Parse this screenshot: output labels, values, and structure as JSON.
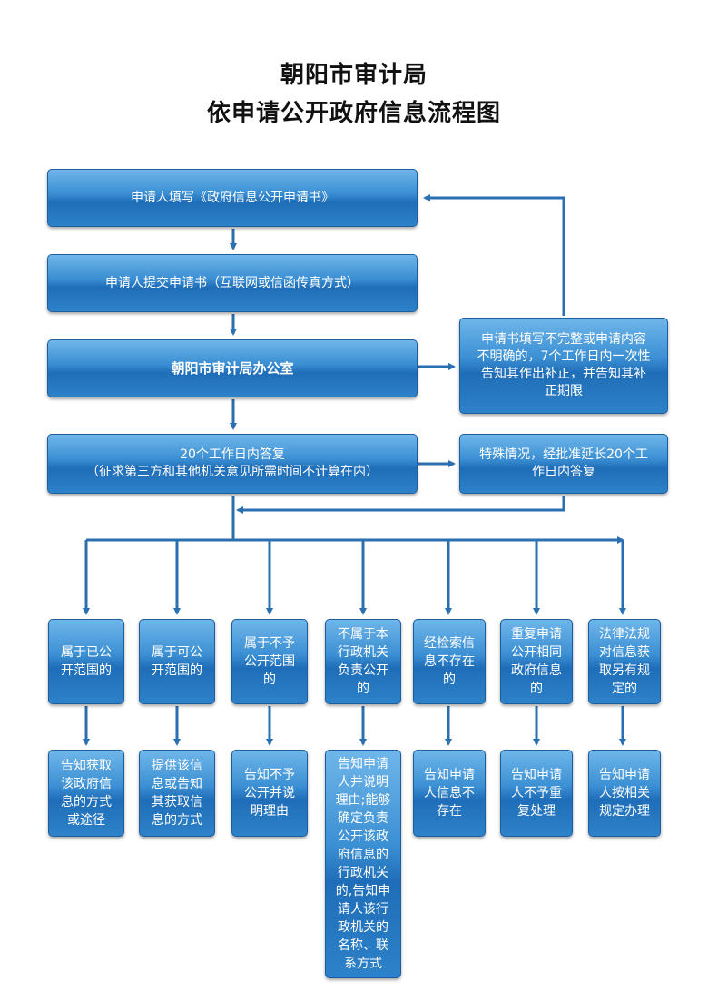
{
  "title": {
    "line1": "朝阳市审计局",
    "line2": "依申请公开政府信息流程图"
  },
  "flow": {
    "step1": "申请人填写《政府信息公开申请书》",
    "step2": "申请人提交申请书（互联网或信函传真方式）",
    "step3": "朝阳市审计局办公室",
    "step4_line1": "20个工作日内答复",
    "step4_line2": "（征求第三方和其他机关意见所需时间不计算在内）",
    "correction": [
      "申请书填写不完整或申请内容",
      "不明确的，7个工作日内一次性",
      "告知其作出补正，并告知其补",
      "正期限"
    ],
    "extension": [
      "特殊情况，经批准延长20个工",
      "作日内答复"
    ]
  },
  "categories": [
    {
      "label": [
        "属于已公",
        "开范围的"
      ],
      "result": [
        "告知获取",
        "该政府信",
        "息的方式",
        "或途径"
      ]
    },
    {
      "label": [
        "属于可公",
        "开范围的"
      ],
      "result": [
        "提供该信",
        "息或告知",
        "其获取信",
        "息的方式"
      ]
    },
    {
      "label": [
        "属于不予",
        "公开范围",
        "的"
      ],
      "result": [
        "告知不予",
        "公开并说",
        "明理由"
      ]
    },
    {
      "label": [
        "不属于本",
        "行政机关",
        "负责公开",
        "的"
      ],
      "result": [
        "告知申请",
        "人并说明",
        "理由;能够",
        "确定负责",
        "公开该政",
        "府信息的",
        "行政机关",
        "的,告知申",
        "请人该行",
        "政机关的",
        "名称、联",
        "系方式"
      ]
    },
    {
      "label": [
        "经检索信",
        "息不存在",
        "的"
      ],
      "result": [
        "告知申请",
        "人信息不",
        "存在"
      ]
    },
    {
      "label": [
        "重复申请",
        "公开相同",
        "政府信息",
        "的"
      ],
      "result": [
        "告知申请",
        "人不予重",
        "复处理"
      ]
    },
    {
      "label": [
        "法律法规",
        "对信息获",
        "取另有规",
        "定的"
      ],
      "result": [
        "告知申请",
        "人按相关",
        "规定办理"
      ]
    }
  ],
  "colors": {
    "box_top": "#6fb6ea",
    "box_bottom": "#1f6db8",
    "arrow": "#2a6fb0"
  }
}
